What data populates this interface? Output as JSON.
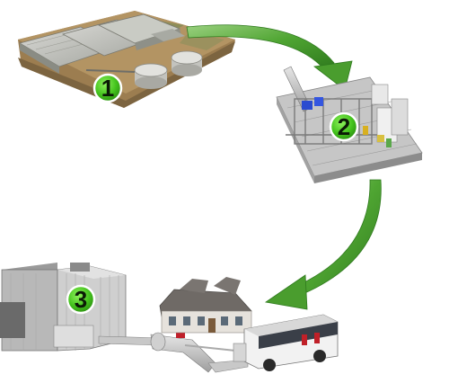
{
  "steps": [
    {
      "number": "1",
      "icon": "factory-site-icon"
    },
    {
      "number": "2",
      "icon": "processing-unit-icon"
    },
    {
      "number": "3",
      "icon": "power-plant-icon"
    }
  ],
  "arrows": [
    {
      "from": "1",
      "to": "2"
    },
    {
      "from": "2",
      "to": "3"
    }
  ],
  "colors": {
    "badge_green": "#43c21c",
    "badge_outline": "#ffffff",
    "arrow_green": "#4fa532",
    "arrow_dark": "#2f7a1e",
    "terrain": "#b0905f",
    "frame_gray": "#8c8c8c"
  }
}
